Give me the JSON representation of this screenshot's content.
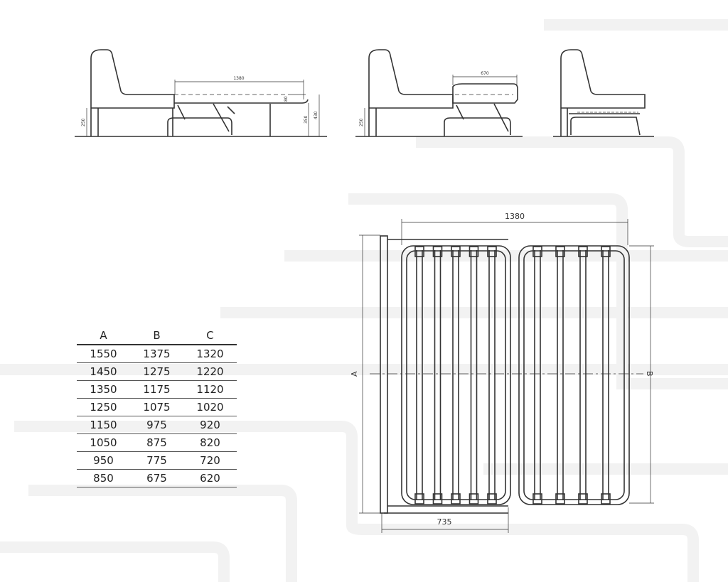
{
  "side_views": {
    "unfolded": {
      "length": "1380",
      "mattress_height": "80",
      "seat_height": "250",
      "frame_height": "350",
      "total_height": "430"
    },
    "half_folded": {
      "length": "670",
      "seat_height": "250"
    },
    "folded": {}
  },
  "plan_view": {
    "width_label": "1380",
    "seat_depth_label": "735",
    "dim_a_label": "A",
    "dim_b_label": "B",
    "left_panel_slats": 5,
    "right_panel_slats": 4
  },
  "size_table": {
    "headers": [
      "A",
      "B",
      "C"
    ],
    "rows": [
      [
        "1550",
        "1375",
        "1320"
      ],
      [
        "1450",
        "1275",
        "1220"
      ],
      [
        "1350",
        "1175",
        "1120"
      ],
      [
        "1250",
        "1075",
        "1020"
      ],
      [
        "1150",
        "975",
        "920"
      ],
      [
        "1050",
        "875",
        "820"
      ],
      [
        "950",
        "775",
        "720"
      ],
      [
        "850",
        "675",
        "620"
      ]
    ]
  }
}
